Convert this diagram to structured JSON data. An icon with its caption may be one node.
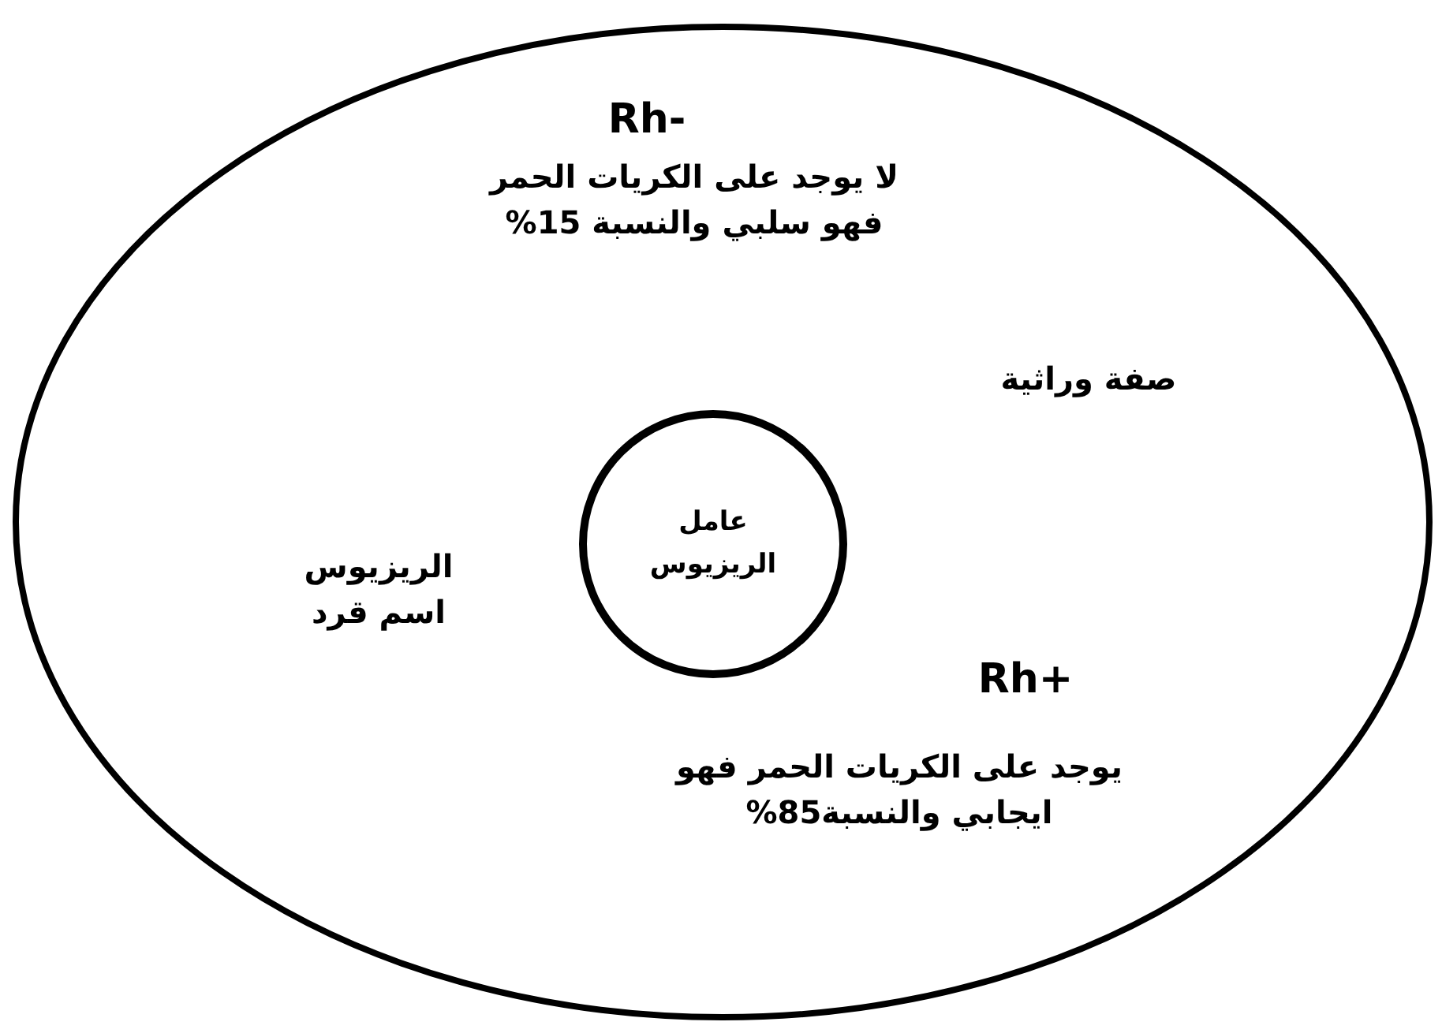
{
  "diagram": {
    "nodes": [
      {
        "text": [],
        "shape": "ellipse"
      },
      {
        "text": [
          "عامل الريزيوس"
        ],
        "in": 0
      }
    ],
    "edges": [],
    "labels": [
      "Rh-",
      "لا يوجد على الكريات الحمر فهو سلبي والنسبة 15%",
      "صفة وراثية",
      "الريزيوس اسم قرد",
      "Rh+",
      "يوجد على الكريات الحمر فهو ايجابي والنسبة85%"
    ]
  }
}
